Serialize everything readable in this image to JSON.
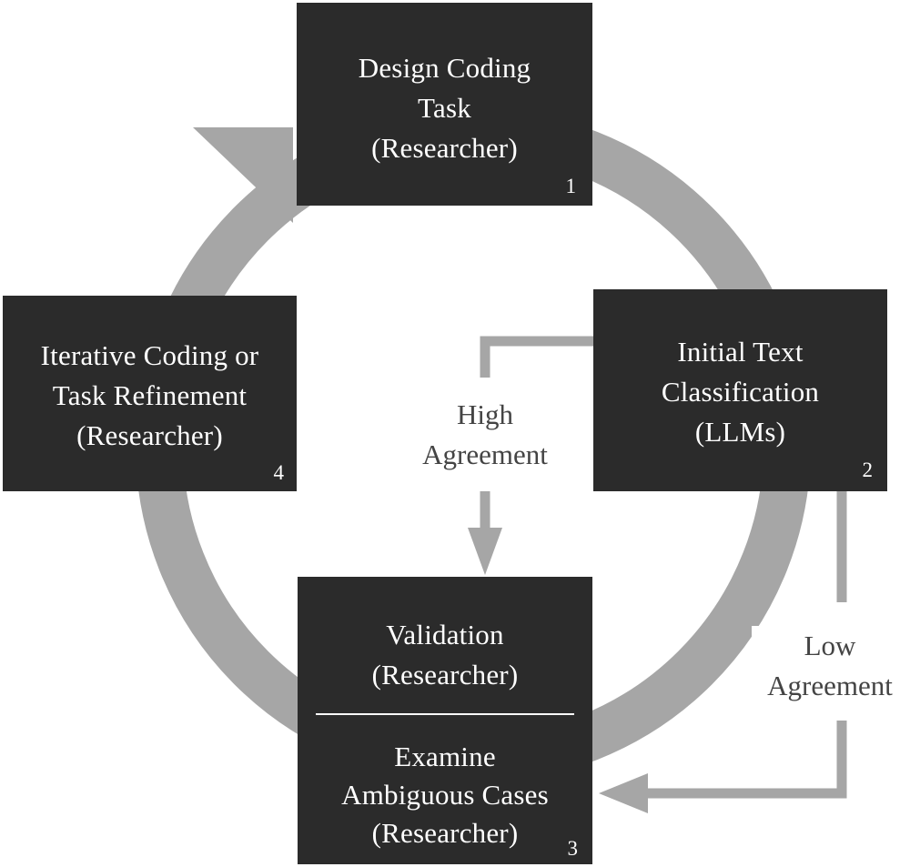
{
  "steps": [
    {
      "lines": [
        "Design Coding",
        "Task",
        "(Researcher)"
      ],
      "number": "1"
    },
    {
      "lines": [
        "Initial Text",
        "Classification",
        "(LLMs)"
      ],
      "number": "2"
    },
    {
      "top_lines": [
        "Validation",
        "(Researcher)"
      ],
      "bottom_lines": [
        "Examine",
        "Ambiguous Cases",
        "(Researcher)"
      ],
      "number": "3"
    },
    {
      "lines": [
        "Iterative Coding or",
        "Task Refinement",
        "(Researcher)"
      ],
      "number": "4"
    }
  ],
  "branches": {
    "high": [
      "High",
      "Agreement"
    ],
    "low": [
      "Low",
      "Agreement"
    ]
  },
  "colors": {
    "box_fill": "#2b2b2b",
    "box_text": "#ffffff",
    "arrow": "#a6a6a6",
    "label_text": "#444444"
  }
}
